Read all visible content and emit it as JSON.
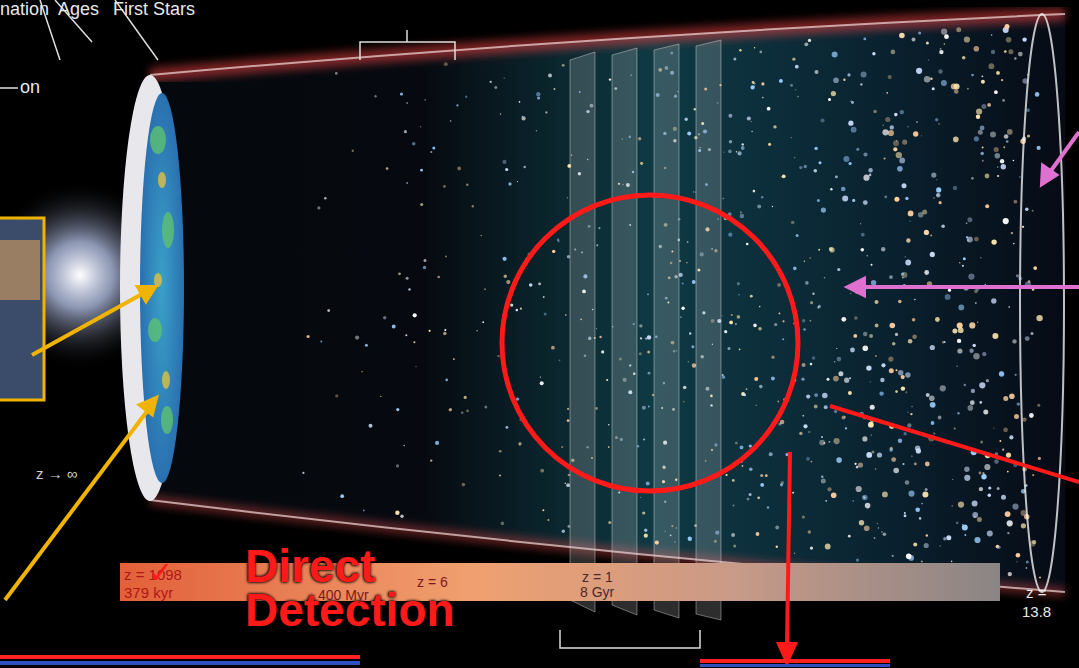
{
  "diagram": {
    "labels": [
      "nation",
      "Ages",
      "First Stars",
      "on",
      "z → ∞",
      "z = 1098",
      "✓",
      "379 kyr",
      "Direct Detection",
      "400 Myr",
      "z = 6",
      "z = 1",
      "8 Gyr",
      "z =",
      "13.8"
    ]
  }
}
